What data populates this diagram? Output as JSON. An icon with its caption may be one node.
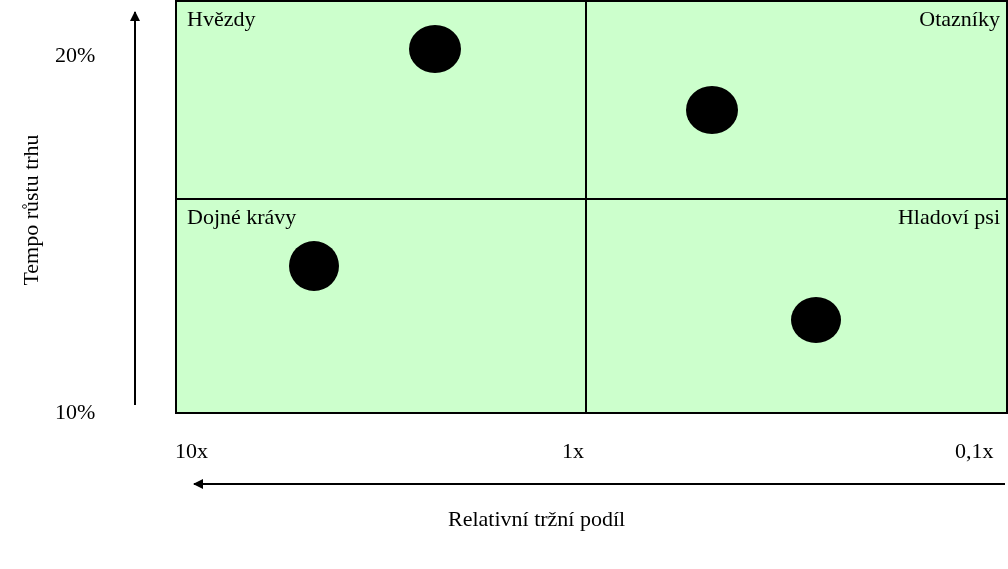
{
  "diagram": {
    "nodes": [
      {
        "text": [
          "Hvězdy"
        ]
      },
      {
        "text": [
          "Otazníky"
        ]
      },
      {
        "text": [
          "Dojné krávy"
        ]
      },
      {
        "text": [
          "Hladoví psi"
        ]
      },
      {
        "text": [],
        "shape": "circle",
        "in": 0
      },
      {
        "text": [],
        "shape": "circle",
        "in": 1
      },
      {
        "text": [],
        "shape": "circle",
        "in": 2
      },
      {
        "text": [],
        "shape": "circle",
        "in": 3
      }
    ],
    "edges": [],
    "labels": [
      "20%",
      "Tempo růstu trhu",
      "10%",
      "10x",
      "1x",
      "0,1x",
      "Relativní tržní podíl"
    ]
  }
}
